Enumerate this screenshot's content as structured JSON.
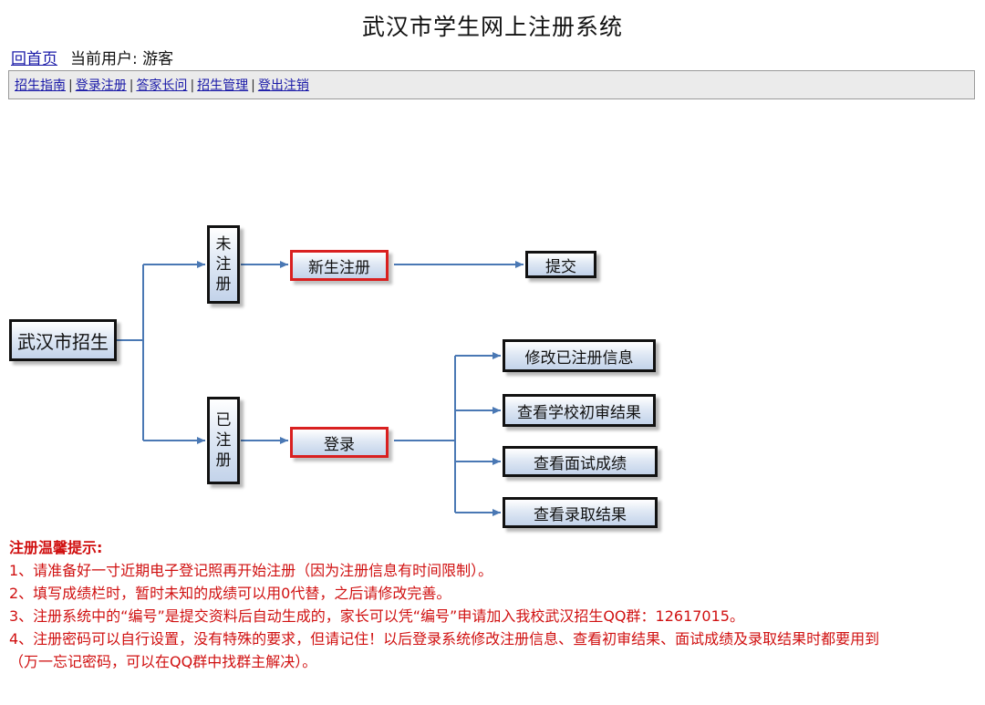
{
  "page": {
    "title": "武汉市学生网上注册系统"
  },
  "userbar": {
    "home_link": "回首页",
    "current_user_label": "当前用户: 游客"
  },
  "nav": {
    "items": [
      {
        "label": "招生指南"
      },
      {
        "label": "登录注册"
      },
      {
        "label": "答家长问"
      },
      {
        "label": "招生管理"
      },
      {
        "label": "登出注销"
      }
    ],
    "separator": "|"
  },
  "diagram": {
    "root": "武汉市招生",
    "unregistered": "未注册",
    "registered": "已注册",
    "new_register": "新生注册",
    "submit": "提交",
    "login": "登录",
    "actions": [
      "修改已注册信息",
      "查看学校初审结果",
      "查看面试成绩",
      "查看录取结果"
    ],
    "colors": {
      "arrow": "#4a78b4",
      "box_border": "#111111",
      "highlight_border": "#d92020",
      "box_fill_top": "#ffffff",
      "box_fill_bottom": "#c3d3ea"
    }
  },
  "tips": {
    "title": "注册温馨提示:",
    "lines": [
      "1、请准备好一寸近期电子登记照再开始注册（因为注册信息有时间限制）。",
      "2、填写成绩栏时，暂时未知的成绩可以用0代替，之后请修改完善。",
      "3、注册系统中的“编号”是提交资料后自动生成的，家长可以凭“编号”申请加入我校武汉招生QQ群：12617015。",
      "4、注册密码可以自行设置，没有特殊的要求，但请记住！以后登录系统修改注册信息、查看初审结果、面试成绩及录取结果时都要用到",
      "（万一忘记密码，可以在QQ群中找群主解决）。"
    ],
    "color": "#d01010"
  }
}
